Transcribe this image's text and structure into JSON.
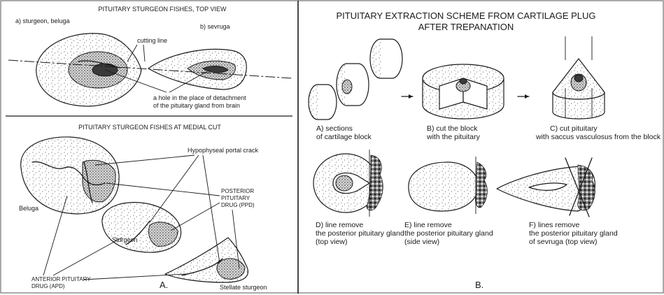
{
  "panel_a": {
    "top_title": "PITUITARY STURGEON FISHES, TOP VIEW",
    "label_sturgeon_beluga": "a) sturgeon, beluga",
    "label_sevruga": "b) sevruga",
    "label_cutting_line": "cutting line",
    "hole_line1": "a hole in the place of detachment",
    "hole_line2": "of the pituitary gland from brain",
    "medial_title": "PITUITARY STURGEON FISHES AT MEDIAL CUT",
    "label_crack": "Hypophyseal portal crack",
    "label_beluga": "Beluga",
    "label_sturgeon": "Sturgeon",
    "ppd_line1": "POSTERIOR",
    "ppd_line2": "PITUITARY",
    "ppd_line3": "DRUG (PPD)",
    "apd_line1": "ANTERIOR PITUITARY",
    "apd_line2": "DRUG (APD)",
    "label_stellate": "Stellate sturgeon",
    "panel_letter": "A."
  },
  "panel_b": {
    "title_line1": "PITUITARY EXTRACTION SCHEME FROM CARTILAGE PLUG",
    "title_line2": "AFTER TREPANATION",
    "a_line1": "A) sections",
    "a_line2": "of cartilage block",
    "b_line1": "B) cut the block",
    "b_line2": "with the pituitary",
    "c_line1": "C) cut pituitary",
    "c_line2": "with saccus vasculosus from the block",
    "d_line1": "D) line remove",
    "d_line2": "the posterior pituitary gland",
    "d_line3": "(top view)",
    "e_line1": "E) line remove",
    "e_line2": "the posterior pituitary gland",
    "e_line3": "(side view)",
    "f_line1": "F) lines remove",
    "f_line2": "the posterior pituitary gland",
    "f_line3": "of sevruga (top view)",
    "panel_letter": "B."
  }
}
